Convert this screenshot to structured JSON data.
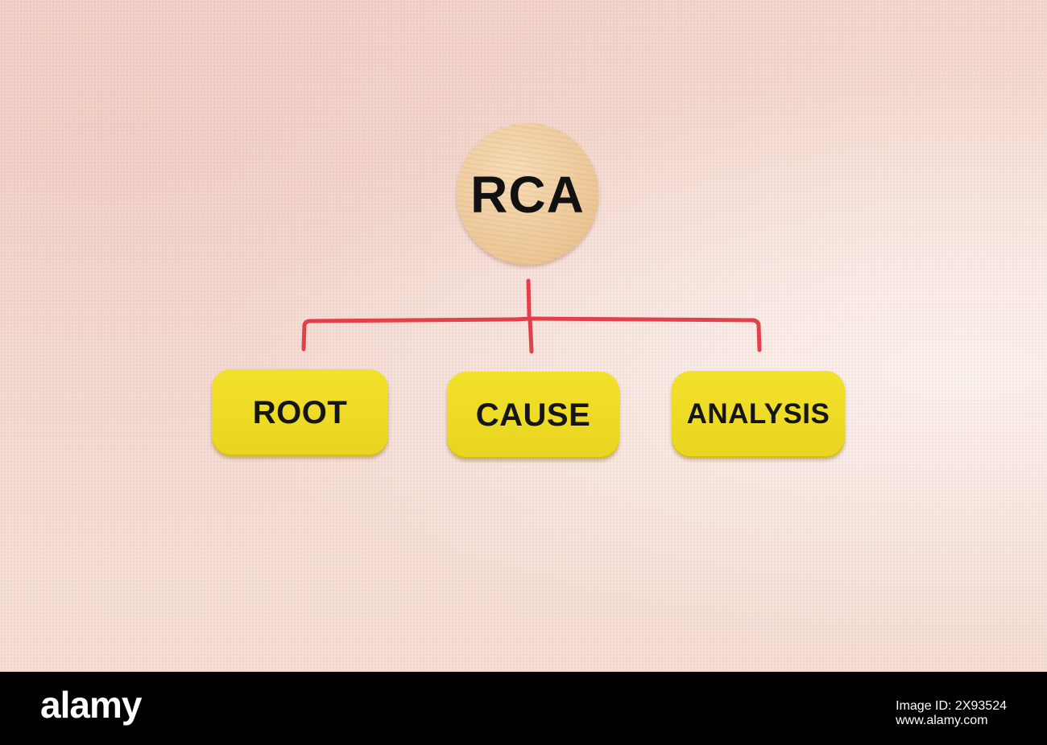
{
  "diagram": {
    "top_node": "RCA",
    "children": [
      "ROOT",
      "CAUSE",
      "ANALYSIS"
    ]
  },
  "footer": {
    "logo": "alamy",
    "image_id": "Image ID: 2X93524",
    "site": "www.alamy.com"
  },
  "colors": {
    "connector": "#e0323f",
    "card": "#f0dd26",
    "wood": "#efcc9c",
    "background": "#f4dcd3"
  }
}
